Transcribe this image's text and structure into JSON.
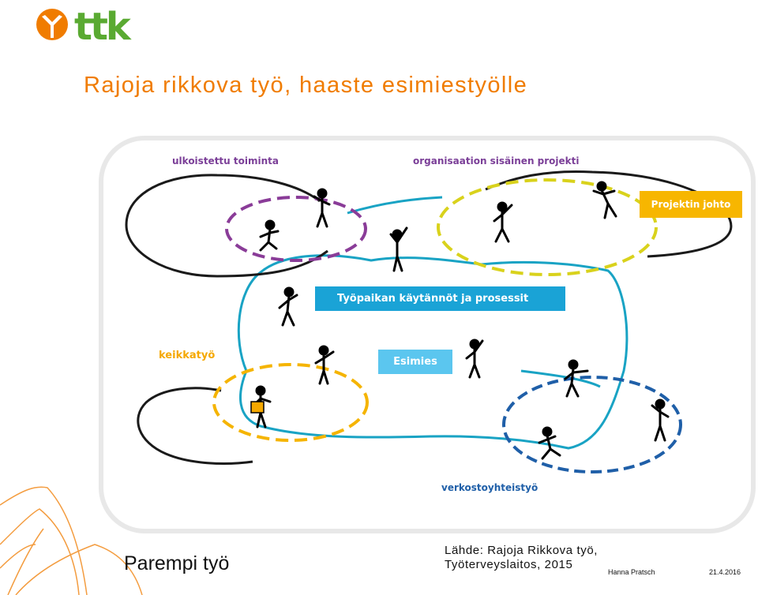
{
  "header": {
    "logo_text": "ttk",
    "title": "Rajoja rikkova työ, haaste esimiestyölle"
  },
  "diagram": {
    "labels": {
      "ulkoistettu": "ulkoistettu toiminta",
      "organisaatio": "organisaation sisäinen projekti",
      "keikkatyo": "keikkatyö",
      "verkosto": "verkostoyhteistyö"
    },
    "boxes": {
      "tyopaikka": "Työpaikan käytännöt ja prosessit",
      "esimies": "Esimies",
      "projekti": "Projektin johto"
    },
    "colors": {
      "purple": "#8a3c98",
      "yellow": "#d9d21c",
      "orange": "#f5b400",
      "blue": "#1f5fa8",
      "teal": "#19a3c4",
      "logo": "#f07c00",
      "logo_green": "#5aaa32"
    },
    "icons": [
      "stick-figure-icon"
    ]
  },
  "footer": {
    "brand": "Parempi työ",
    "source_line1": "Lähde: Rajoja Rikkova työ,",
    "source_line2": "Työterveyslaitos, 2015",
    "author": "Hanna Pratsch",
    "date": "21.4.2016"
  }
}
